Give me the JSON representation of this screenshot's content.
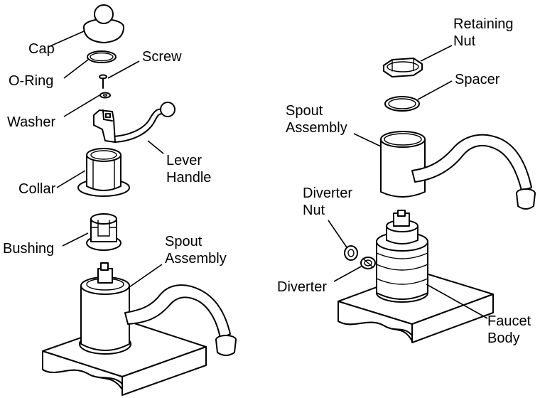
{
  "left_assembly": {
    "cap": "Cap",
    "o_ring": "O-Ring",
    "screw": "Screw",
    "washer": "Washer",
    "lever_line1": "Lever",
    "lever_line2": "Handle",
    "collar": "Collar",
    "bushing": "Bushing",
    "spout_line1": "Spout",
    "spout_line2": "Assembly"
  },
  "right_assembly": {
    "retaining_line1": "Retaining",
    "retaining_line2": "Nut",
    "spacer": "Spacer",
    "spout_line1": "Spout",
    "spout_line2": "Assembly",
    "diverter_nut_line1": "Diverter",
    "diverter_nut_line2": "Nut",
    "diverter": "Diverter",
    "faucet_line1": "Faucet",
    "faucet_line2": "Body"
  }
}
